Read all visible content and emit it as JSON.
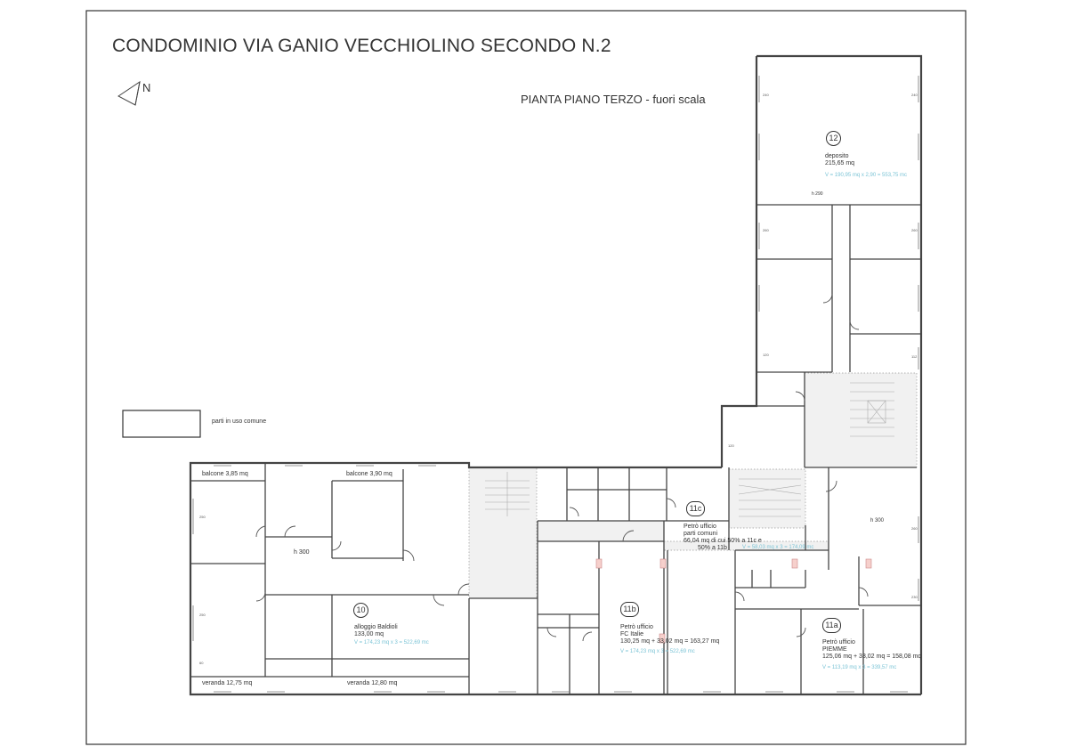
{
  "header": {
    "title": "CONDOMINIO VIA GANIO VECCHIOLINO SECONDO N.2",
    "subtitle": "PIANTA PIANO TERZO - fuori scala",
    "north": "N"
  },
  "legend": {
    "label": "parti in uso comune"
  },
  "units": {
    "u12": {
      "number": "12",
      "name": "deposito",
      "area": "215,65 mq",
      "volume": "V = 190,95 mq x 2,90 = 553,75 mc",
      "height": "h 290"
    },
    "u10": {
      "number": "10",
      "name": "alloggio Baldioli",
      "area": "133,00 mq",
      "volume": "V = 174,23 mq x 3 = 522,69 mc",
      "height": "h 300"
    },
    "u11c": {
      "number": "11c",
      "line1": "Petrò ufficio",
      "line2": "parti comuni",
      "line3": "66,04 mq di cui 50% a 11c e",
      "line4": "50% a 11b",
      "volume": "V = 58,03 mq x 3 = 174,09 mc"
    },
    "u11b": {
      "number": "11b",
      "line1": "Petrò ufficio",
      "line2": "FC Italie",
      "line3": "130,25 mq + 33,02 mq = 163,27 mq",
      "volume": "V = 174,23 mq x 3 = 522,69 mc"
    },
    "u11a": {
      "number": "11a",
      "line1": "Petrò ufficio",
      "line2": "PIEMME",
      "line3": "125,06 mq + 33,02 mq = 158,08 mq",
      "volume": "V = 113,19 mq x 3 = 339,57 mc",
      "height": "h 300"
    }
  },
  "balconies": {
    "b1": "balcone 3,85 mq",
    "b2": "balcone 3,90 mq",
    "v1": "veranda 12,75 mq",
    "v2": "veranda 12,80 mq"
  }
}
